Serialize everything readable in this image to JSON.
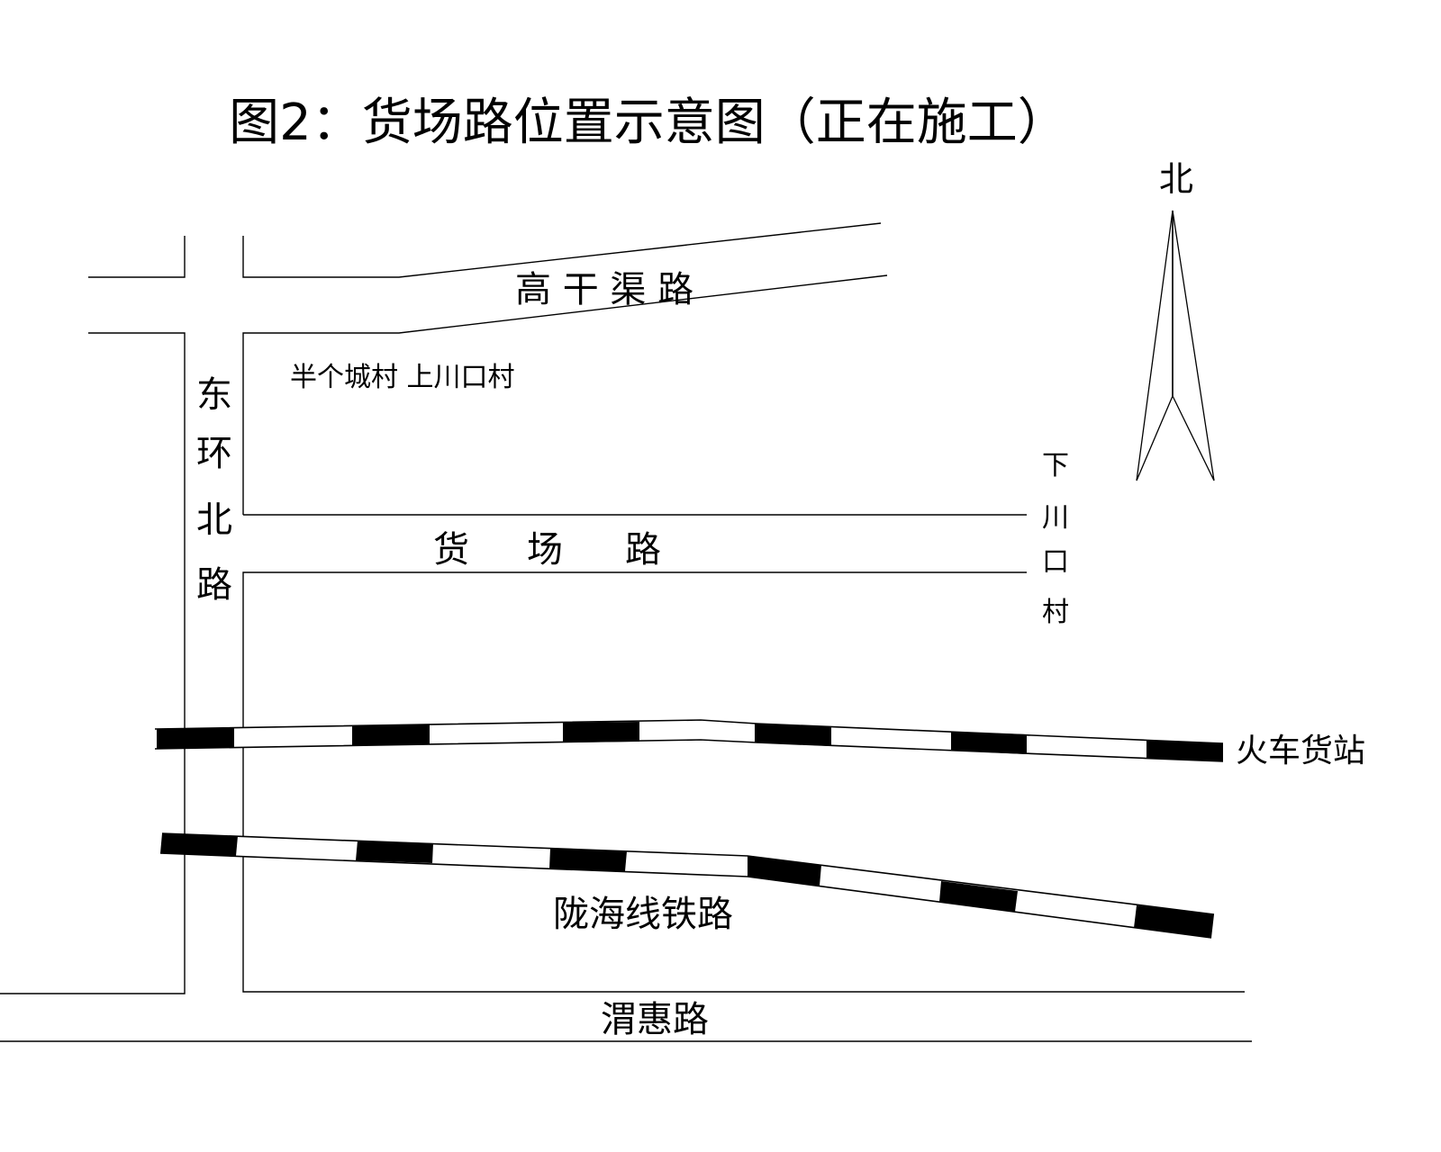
{
  "title": "图2：货场路位置示意图（正在施工）",
  "north_label": "北",
  "roads": {
    "gaoganqu": "高 干 渠 路",
    "donghuanbei": [
      "东",
      "环",
      "北",
      "路"
    ],
    "huochang": [
      "货",
      "场",
      "路"
    ],
    "weihui": "渭惠路"
  },
  "villages": {
    "north_block": "半个城村  上川口村",
    "xiachuankou": [
      "下",
      "川",
      "口",
      "村"
    ]
  },
  "railways": {
    "station_label": "火车货站",
    "longhai_label": "陇海线铁路"
  },
  "colors": {
    "line": "#000000",
    "background": "#ffffff"
  }
}
